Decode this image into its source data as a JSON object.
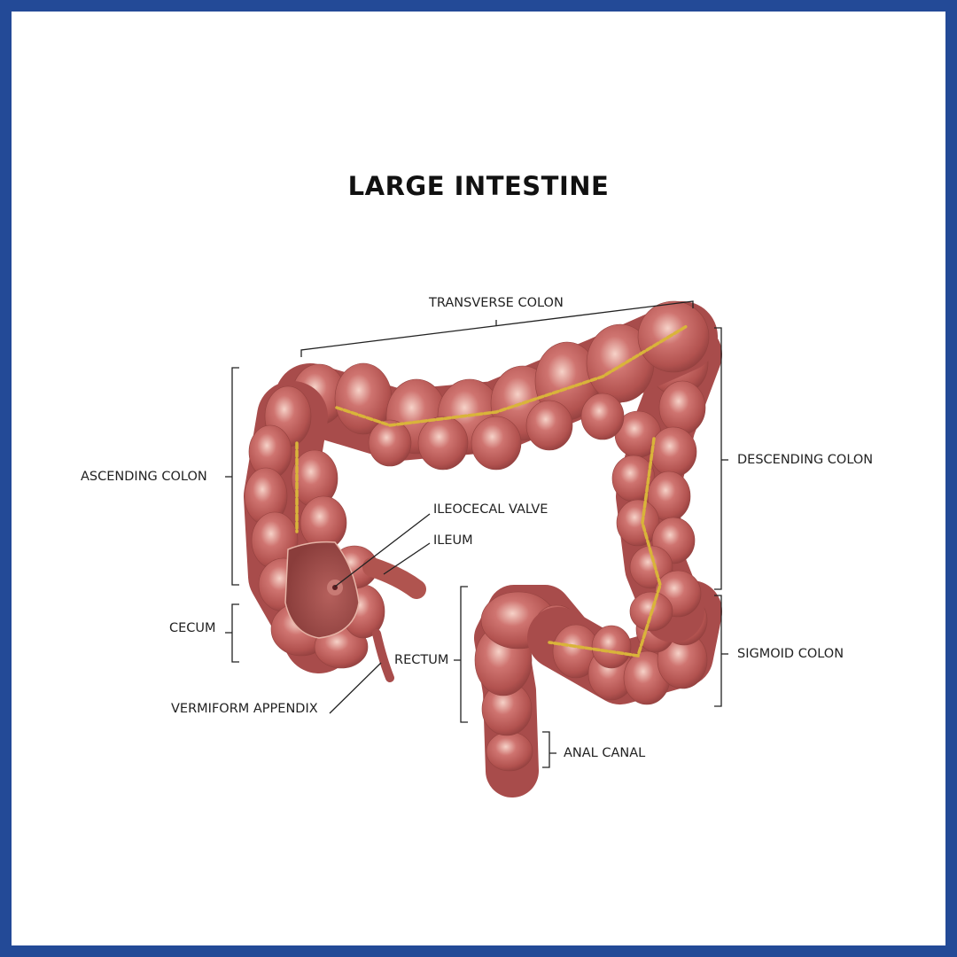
{
  "title": "LARGE INTESTINE",
  "labels": {
    "transverse": "TRANSVERSE COLON",
    "ascending": "ASCENDING COLON",
    "cecum": "CECUM",
    "appendix": "VERMIFORM APPENDIX",
    "ileocecal": "ILEOCECAL VALVE",
    "ileum": "ILEUM",
    "rectum": "RECTUM",
    "descending": "DESCENDING COLON",
    "sigmoid": "SIGMOID COLON",
    "anal": "ANAL CANAL"
  },
  "colors": {
    "border": "#234a97",
    "tissue": "#b8595a",
    "tissue_light": "#f3c7bd",
    "tissue_dark": "#8e3b3e",
    "vessel": "#d9b43a"
  }
}
